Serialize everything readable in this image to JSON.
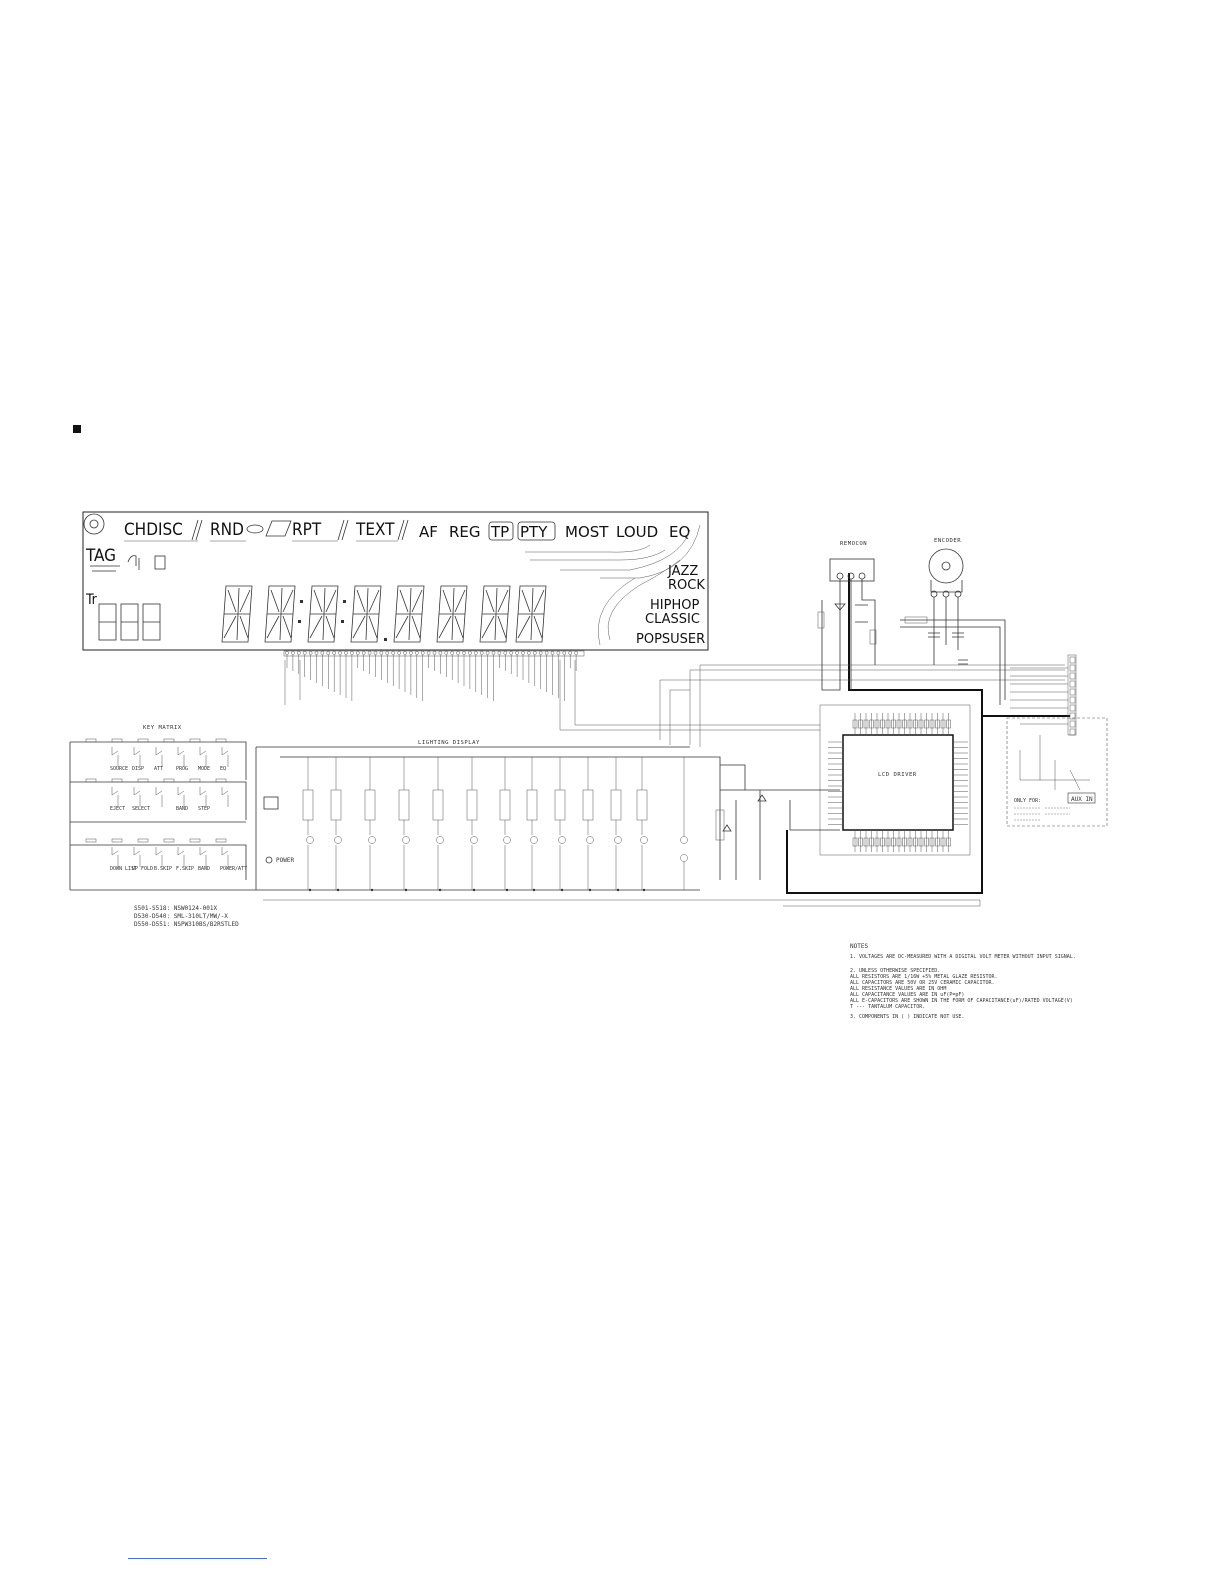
{
  "lcd": {
    "row1": [
      "CHDISC",
      "RND",
      "RPT",
      "TEXT",
      "AF",
      "REG",
      "TP",
      "PTY",
      "MOST",
      "LOUD",
      "EQ"
    ],
    "tag": "TAG",
    "tr": "Tr",
    "eq_modes": [
      "JAZZ",
      "ROCK",
      "HIPHOP",
      "CLASSIC",
      "POPSUSER"
    ]
  },
  "blocks": {
    "key_matrix": "KEY MATRIX",
    "lighting": "LIGHTING DISPLAY",
    "lcd_driver": "LCD DRIVER",
    "remocon": "REMOCON",
    "encoder": "ENCODER",
    "aux_in": "AUX IN",
    "only_for": "ONLY FOR:",
    "power": "POWER"
  },
  "keys": {
    "row1": [
      "SOURCE",
      "DISP",
      "ATT",
      "PROG",
      "MODE",
      "EQ"
    ],
    "row2": [
      "EJECT",
      "SELECT",
      "",
      "BAND",
      "STEP",
      ""
    ],
    "row3": [
      "DOWN LIST",
      "UP FOLD",
      "B.SKIP",
      "F.SKIP",
      "BAND",
      "POWER/ATT"
    ]
  },
  "parts": [
    "S501-S518:   NSW0124-001X",
    "D530-D540:   SML-310LT/MW/-X",
    "D550-D551:   NSPW310BS/B2RSTLED"
  ],
  "notes": {
    "title": "NOTES",
    "lines": [
      "1. VOLTAGES ARE DC-MEASURED WITH A DIGITAL VOLT METER WITHOUT INPUT SIGNAL.",
      "2. UNLESS OTHERWISE SPECIFIED.",
      "   ALL RESISTORS ARE 1/16W +5% METAL GLAZE RESISTOR.",
      "   ALL CAPACITORS ARE 50V OR 25V CERAMIC CAPACITOR.",
      "   ALL RESISTANCE VALUES ARE IN OHM",
      "   ALL CAPACITANCE VALUES ARE IN uF(P=pF)",
      "   ALL E-CAPACITORS ARE SHOWN IN THE FORM OF CAPACITANCE(uF)/RATED VOLTAGE(V)",
      "   T --- TANTALUM CAPACITOR.",
      "3. COMPONENTS IN (  ) INDICATE NOT USE."
    ]
  }
}
